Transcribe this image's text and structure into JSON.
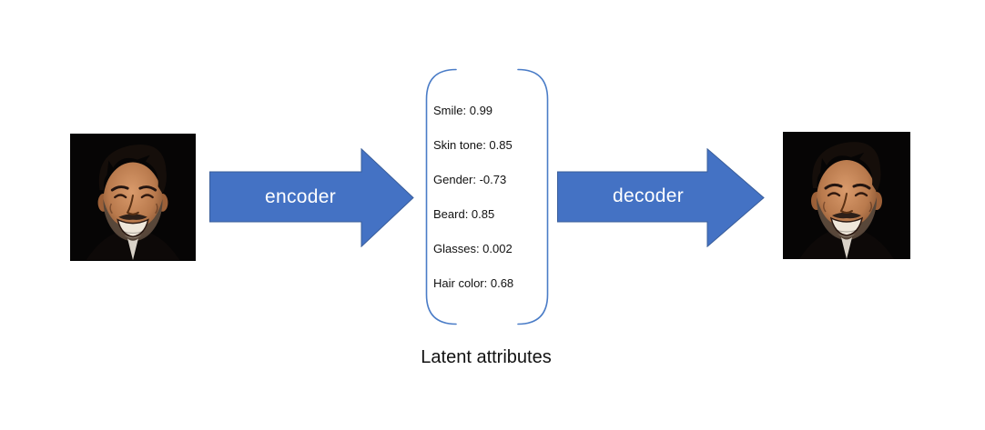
{
  "diagram": {
    "caption": "Latent attributes",
    "encoder": {
      "label": "encoder"
    },
    "decoder": {
      "label": "decoder"
    },
    "input_image": {
      "description": "smiling bearded man portrait on black background"
    },
    "output_image": {
      "description": "reconstructed smiling bearded man portrait on black background"
    },
    "latent": {
      "items": [
        {
          "name": "Smile",
          "value": "0.99",
          "text": "Smile: 0.99"
        },
        {
          "name": "Skin tone",
          "value": "0.85",
          "text": "Skin tone: 0.85"
        },
        {
          "name": "Gender",
          "value": "-0.73",
          "text": "Gender: -0.73"
        },
        {
          "name": "Beard",
          "value": "0.85",
          "text": "Beard: 0.85"
        },
        {
          "name": "Glasses",
          "value": "0.002",
          "text": "Glasses: 0.002"
        },
        {
          "name": "Hair color",
          "value": "0.68",
          "text": "Hair color: 0.68"
        }
      ]
    },
    "colors": {
      "arrow_fill": "#4472C4",
      "arrow_border": "#395D9A",
      "bracket_stroke": "#4A7CC7",
      "text": "#111111",
      "background": "#FFFFFF"
    }
  }
}
